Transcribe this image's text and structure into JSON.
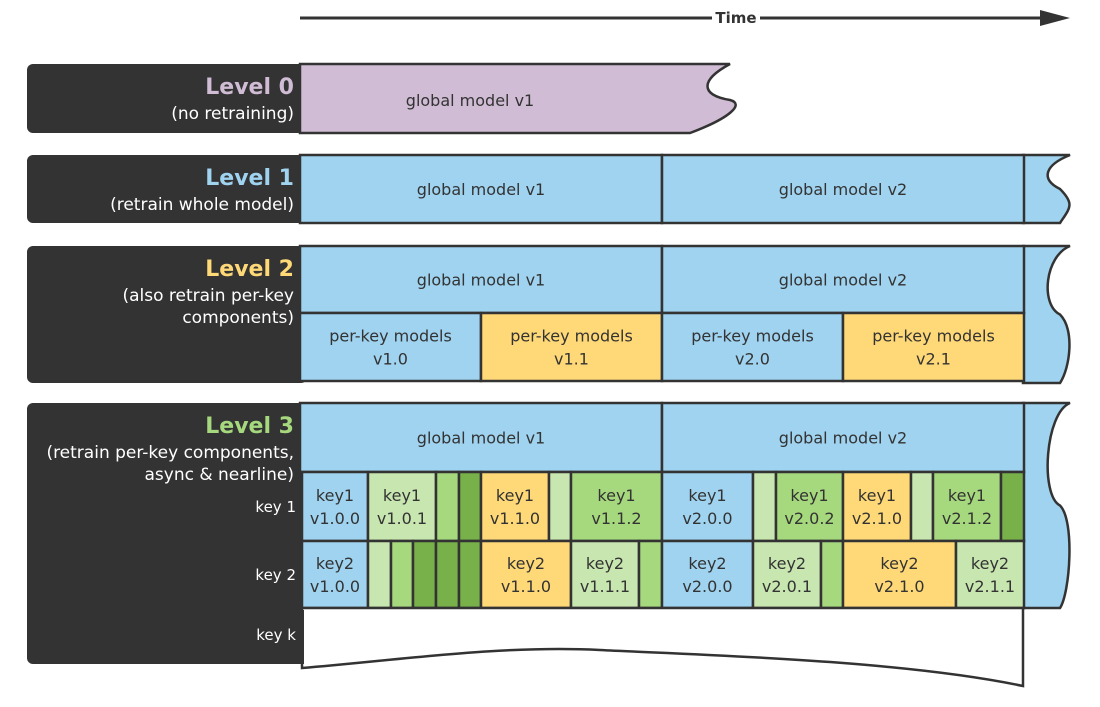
{
  "time_label": "Time",
  "colors": {
    "dark": "#333333",
    "blue": "#9fd3f0",
    "yellow": "#ffd978",
    "lightgreen": "#c8e6b0",
    "green": "#a6d87e",
    "darkgreen": "#78b04a",
    "purple": "#d0bcd5"
  },
  "levels": [
    {
      "title": "Level 0",
      "title_color": "#d0bcd5",
      "desc": [
        "(no retraining)"
      ],
      "global": [
        "global model v1"
      ]
    },
    {
      "title": "Level 1",
      "title_color": "#9fd3f0",
      "desc": [
        "(retrain whole model)"
      ],
      "global": [
        "global model v1",
        "global model v2"
      ]
    },
    {
      "title": "Level 2",
      "title_color": "#ffd978",
      "desc": [
        "(also retrain per-key",
        "components)"
      ],
      "global": [
        "global model v1",
        "global model v2"
      ],
      "perkey": [
        [
          "per-key models",
          "v1.0"
        ],
        [
          "per-key models",
          "v1.1"
        ],
        [
          "per-key models",
          "v2.0"
        ],
        [
          "per-key models",
          "v2.1"
        ]
      ]
    },
    {
      "title": "Level 3",
      "title_color": "#a6d87e",
      "desc": [
        "(retrain per-key components,",
        "async & nearline)"
      ],
      "global": [
        "global model v1",
        "global model v2"
      ],
      "keys": [
        "key 1",
        "key 2",
        "key k"
      ]
    }
  ],
  "key1_cells": [
    {
      "c": "blue",
      "t": [
        "key1",
        "v1.0.0"
      ]
    },
    {
      "c": "lightgreen",
      "t": [
        "key1",
        "v1.0.1"
      ]
    },
    {
      "c": "green",
      "t": []
    },
    {
      "c": "darkgreen",
      "t": []
    },
    {
      "c": "yellow",
      "t": [
        "key1",
        "v1.1.0"
      ]
    },
    {
      "c": "lightgreen",
      "t": []
    },
    {
      "c": "green",
      "t": [
        "key1",
        "v1.1.2"
      ]
    },
    {
      "c": "blue",
      "t": [
        "key1",
        "v2.0.0"
      ]
    },
    {
      "c": "lightgreen",
      "t": []
    },
    {
      "c": "green",
      "t": [
        "key1",
        "v2.0.2"
      ]
    },
    {
      "c": "yellow",
      "t": [
        "key1",
        "v2.1.0"
      ]
    },
    {
      "c": "lightgreen",
      "t": []
    },
    {
      "c": "green",
      "t": [
        "key1",
        "v2.1.2"
      ]
    },
    {
      "c": "darkgreen",
      "t": []
    }
  ],
  "key2_cells": [
    {
      "c": "blue",
      "t": [
        "key2",
        "v1.0.0"
      ]
    },
    {
      "c": "lightgreen",
      "t": []
    },
    {
      "c": "green",
      "t": []
    },
    {
      "c": "darkgreen",
      "t": []
    },
    {
      "c": "darkgreen",
      "t": []
    },
    {
      "c": "darkgreen",
      "t": []
    },
    {
      "c": "yellow",
      "t": [
        "key2",
        "v1.1.0"
      ]
    },
    {
      "c": "lightgreen",
      "t": [
        "key2",
        "v1.1.1"
      ]
    },
    {
      "c": "green",
      "t": []
    },
    {
      "c": "blue",
      "t": [
        "key2",
        "v2.0.0"
      ]
    },
    {
      "c": "lightgreen",
      "t": [
        "key2",
        "v2.0.1"
      ]
    },
    {
      "c": "green",
      "t": []
    },
    {
      "c": "yellow",
      "t": [
        "key2",
        "v2.1.0"
      ]
    },
    {
      "c": "lightgreen",
      "t": [
        "key2",
        "v2.1.1"
      ]
    }
  ]
}
